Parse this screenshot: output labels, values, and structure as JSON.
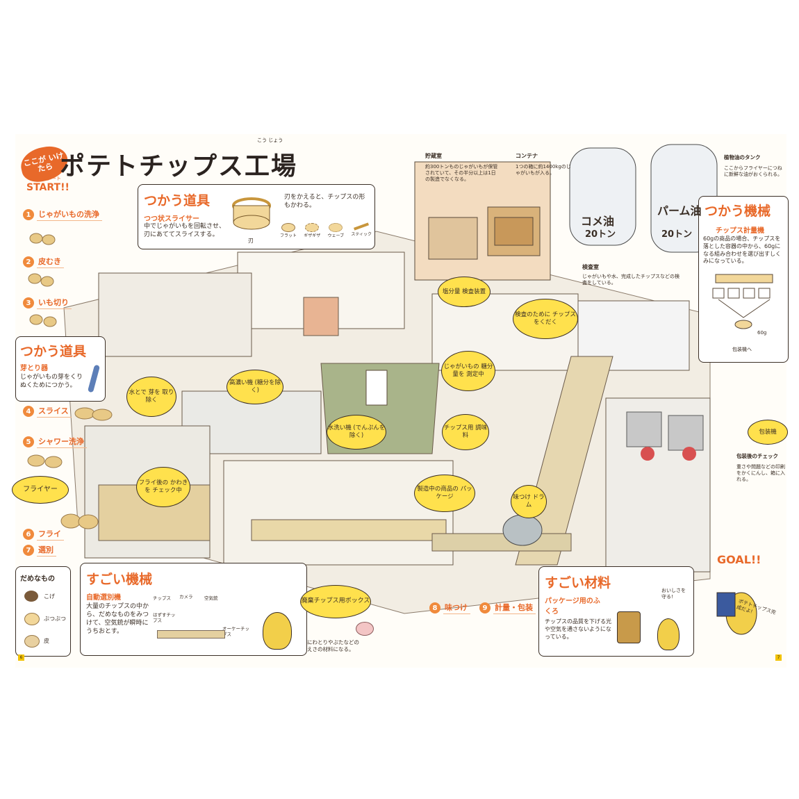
{
  "badge": "ここが いけたら",
  "title": "ポテトチップス工場",
  "title_reading": "こう じょう",
  "start": {
    "reading": "スタート",
    "label": "START!!"
  },
  "goal": "GOAL!!",
  "steps": [
    {
      "num": "1",
      "label": "じゃがいもの洗浄"
    },
    {
      "num": "2",
      "label": "皮むき"
    },
    {
      "num": "3",
      "label": "いも切り"
    },
    {
      "num": "4",
      "label": "スライス"
    },
    {
      "num": "5",
      "label": "シャワー洗浄"
    },
    {
      "num": "6",
      "label": "フライ"
    },
    {
      "num": "7",
      "label": "選別"
    },
    {
      "num": "8",
      "label": "味つけ"
    },
    {
      "num": "9",
      "label": "計量・包装"
    }
  ],
  "tool_slicer": {
    "heading": "つかう道具",
    "subheading": "つつ状スライサー",
    "text": "中でじゃがいもを回転させ、刃にあててスライスする。",
    "blade_text": "刃をかえると、チップスの形もかわる。",
    "blade_label": "刃",
    "shapes": [
      "フラット",
      "ギザギザ",
      "ウェーブ",
      "スティック"
    ]
  },
  "tool_peeler": {
    "heading": "つかう道具",
    "subheading": "芽とり器",
    "text": "じゃがいもの芽をくりぬくためにつかう。"
  },
  "machine_weigher": {
    "heading": "つかう機械",
    "subheading": "チップス計量機",
    "text": "60gの商品の場合、チップスを落とした容器の中から、60gになる組み合わせを選び出すしくみになっている。",
    "scale_label": "60g",
    "next_label": "包装機へ"
  },
  "machine_sorter": {
    "heading": "すごい機械",
    "subheading": "自動選別機",
    "text": "大量のチップスの中から、だめなものをみつけて、空気銃が瞬時にうちおとす。",
    "parts": [
      "チップス",
      "カメラ",
      "空気銃",
      "はずすチップス",
      "オーケーチップス"
    ]
  },
  "material_bag": {
    "heading": "すごい材料",
    "subheading": "パッケージ用のふくろ",
    "text": "チップスの品質を下げる光や空気を通さないようになっている。",
    "mascot_line": "おいしさを 守る!"
  },
  "damenamono": {
    "title": "だめなもの",
    "items": [
      "こげ",
      "ぶつぶつ",
      "皮"
    ]
  },
  "waste_box": {
    "label": "廃棄チップス用ボックス",
    "text": "にわとりやぶたなどのえさの材料になる。"
  },
  "factory": {
    "storage_title": "貯蔵室",
    "storage_text": "約300トンものじゃがいもが保管されていて、その半分以上は1日の製造でなくなる。",
    "container_title": "コンテナ",
    "container_text": "1つの箱に約1400kgのじゃがいもが入る。",
    "tank_title": "植物油のタンク",
    "tank_text": "ここからフライヤーにつねに新鮮な油がおくられる。",
    "tank_1": "コメ油",
    "tank_1_amount": "20トン",
    "tank_2": "パーム油",
    "tank_2_amount": "20トン",
    "lab_title": "検査室",
    "lab_text": "じゃがいもや水、完成したチップスなどの検査をしている。",
    "check_title": "包装後のチェック",
    "check_text": "重さや問題などの印刷をかくにんし、箱に入れる。",
    "mascot_goal": "ポテトチップス完成だよ!"
  },
  "bubbles": [
    "塩分量 検査装置",
    "検査のために チップスをくだく",
    "じゃがいもの 糖分量を 測定中",
    "水とで 芽を 取り除く",
    "高濃い機 (糖分を除く)",
    "水洗い機 (でんぷんを 除く)",
    "フライヤー",
    "フライ後の かわきを チェック中",
    "チップス用 調味料",
    "製造中の商品の パッケージ",
    "味つけ ドラム",
    "包装機"
  ],
  "page_numbers": {
    "left": "6",
    "right": "7"
  },
  "colors": {
    "accent": "#e8692a",
    "bubble": "#ffe14d",
    "ink": "#3a2e25",
    "potato": "#e8c986"
  }
}
